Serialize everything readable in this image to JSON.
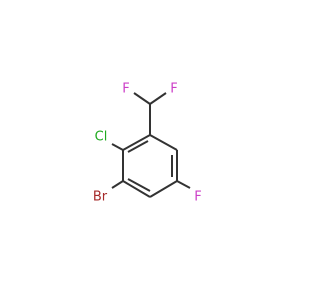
{
  "molecule": {
    "atoms": [
      {
        "id": "F1",
        "label": "F",
        "color": "#cc3fc7"
      },
      {
        "id": "F2",
        "label": "F",
        "color": "#cc3fc7"
      },
      {
        "id": "Cl",
        "label": "Cl",
        "color": "#1faa1f"
      },
      {
        "id": "Br",
        "label": "Br",
        "color": "#a52a2a"
      },
      {
        "id": "F3",
        "label": "F",
        "color": "#cc3fc7"
      }
    ],
    "bond_color": "#333333"
  }
}
